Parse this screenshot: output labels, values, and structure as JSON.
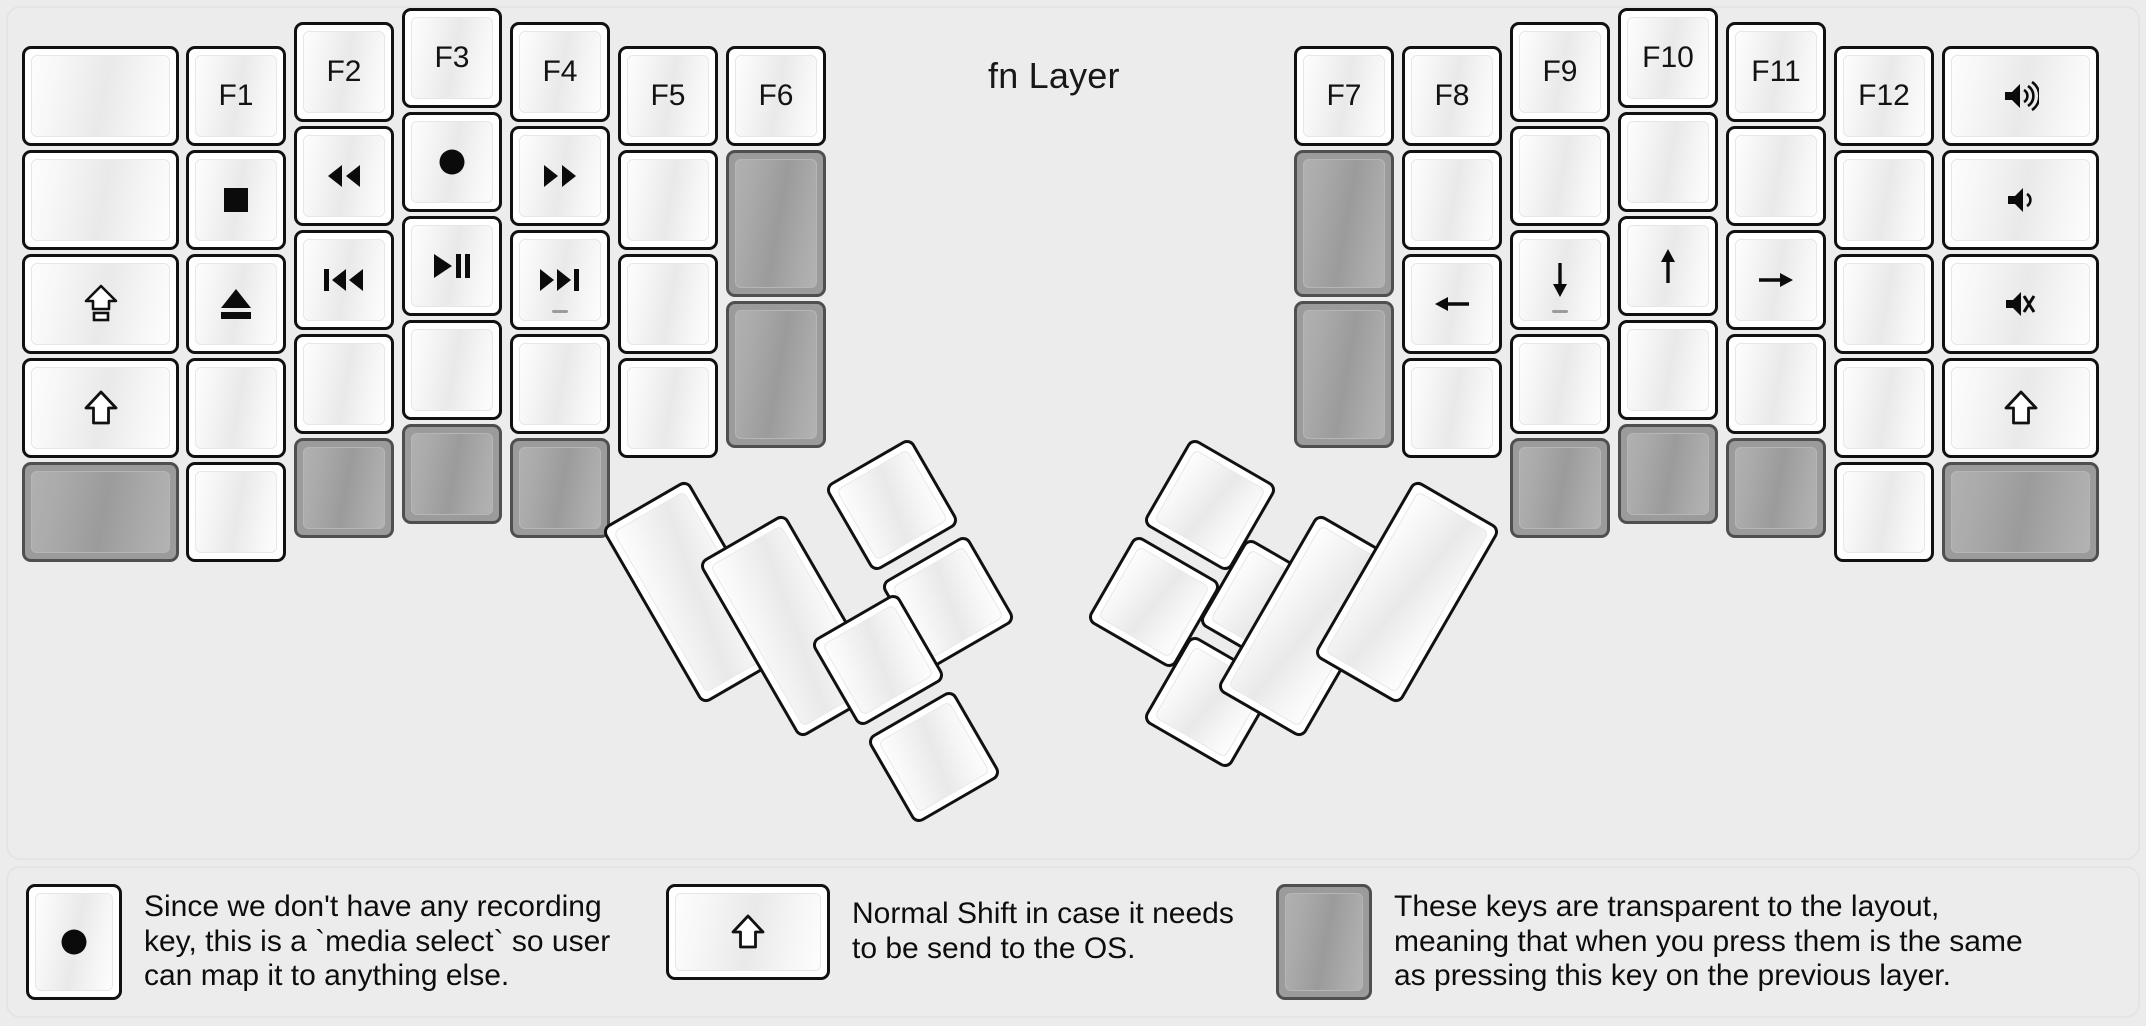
{
  "title": "fn Layer",
  "colors": {
    "background": "#ececec",
    "key_face": "#ffffff",
    "key_border": "#111111",
    "transparent_key": "#9b9b9b",
    "transparent_key_border": "#4f4f4f",
    "text": "#131313"
  },
  "keyboard": {
    "left_half": {
      "columns": [
        {
          "name": "pinky-outer",
          "keys": [
            {
              "label": "",
              "icon": "",
              "type": "normal"
            },
            {
              "label": "",
              "icon": "",
              "type": "normal"
            },
            {
              "label": "",
              "icon": "caps-lock-icon",
              "type": "normal"
            },
            {
              "label": "",
              "icon": "shift-icon",
              "type": "normal"
            },
            {
              "label": "",
              "icon": "",
              "type": "transparent"
            }
          ]
        },
        {
          "name": "pinky",
          "keys": [
            {
              "label": "F1",
              "icon": "",
              "type": "normal"
            },
            {
              "label": "",
              "icon": "media-stop-icon",
              "type": "normal"
            },
            {
              "label": "",
              "icon": "media-eject-icon",
              "type": "normal"
            },
            {
              "label": "",
              "icon": "",
              "type": "normal"
            },
            {
              "label": "",
              "icon": "",
              "type": "normal"
            }
          ]
        },
        {
          "name": "ring",
          "keys": [
            {
              "label": "F2",
              "icon": "",
              "type": "normal"
            },
            {
              "label": "",
              "icon": "media-rewind-icon",
              "type": "normal"
            },
            {
              "label": "",
              "icon": "media-previous-icon",
              "type": "normal"
            },
            {
              "label": "",
              "icon": "",
              "type": "normal"
            },
            {
              "label": "",
              "icon": "",
              "type": "transparent"
            }
          ]
        },
        {
          "name": "middle",
          "keys": [
            {
              "label": "F3",
              "icon": "",
              "type": "normal"
            },
            {
              "label": "",
              "icon": "media-record-icon",
              "type": "normal"
            },
            {
              "label": "",
              "icon": "media-play-pause-icon",
              "type": "normal"
            },
            {
              "label": "",
              "icon": "",
              "type": "normal"
            },
            {
              "label": "",
              "icon": "",
              "type": "transparent"
            }
          ]
        },
        {
          "name": "index",
          "keys": [
            {
              "label": "F4",
              "icon": "",
              "type": "normal"
            },
            {
              "label": "",
              "icon": "media-fast-forward-icon",
              "type": "normal"
            },
            {
              "label": "",
              "icon": "media-next-icon",
              "type": "normal",
              "homing": true
            },
            {
              "label": "",
              "icon": "",
              "type": "normal"
            },
            {
              "label": "",
              "icon": "",
              "type": "transparent"
            }
          ]
        },
        {
          "name": "index-inner",
          "keys": [
            {
              "label": "F5",
              "icon": "",
              "type": "normal"
            },
            {
              "label": "",
              "icon": "",
              "type": "normal"
            },
            {
              "label": "",
              "icon": "",
              "type": "normal"
            },
            {
              "label": "",
              "icon": "",
              "type": "normal"
            }
          ]
        },
        {
          "name": "extra",
          "keys": [
            {
              "label": "F6",
              "icon": "",
              "type": "normal"
            },
            {
              "label": "",
              "icon": "",
              "type": "transparent"
            },
            {
              "label": "",
              "icon": "",
              "type": "transparent"
            }
          ]
        }
      ],
      "thumb_cluster": [
        {
          "label": "",
          "icon": "",
          "type": "normal",
          "size": "2u"
        },
        {
          "label": "",
          "icon": "",
          "type": "normal",
          "size": "2u"
        },
        {
          "label": "",
          "icon": "",
          "type": "normal",
          "size": "1u"
        },
        {
          "label": "",
          "icon": "",
          "type": "normal",
          "size": "1u"
        },
        {
          "label": "",
          "icon": "",
          "type": "normal",
          "size": "1u"
        },
        {
          "label": "",
          "icon": "",
          "type": "normal",
          "size": "1u"
        }
      ]
    },
    "right_half": {
      "columns": [
        {
          "name": "extra",
          "keys": [
            {
              "label": "F7",
              "icon": "",
              "type": "normal"
            },
            {
              "label": "",
              "icon": "",
              "type": "transparent"
            },
            {
              "label": "",
              "icon": "",
              "type": "transparent"
            }
          ]
        },
        {
          "name": "index-inner",
          "keys": [
            {
              "label": "F8",
              "icon": "",
              "type": "normal"
            },
            {
              "label": "",
              "icon": "",
              "type": "normal"
            },
            {
              "label": "",
              "icon": "arrow-left-icon",
              "type": "normal"
            },
            {
              "label": "",
              "icon": "",
              "type": "normal"
            }
          ]
        },
        {
          "name": "index",
          "keys": [
            {
              "label": "F9",
              "icon": "",
              "type": "normal"
            },
            {
              "label": "",
              "icon": "",
              "type": "normal"
            },
            {
              "label": "",
              "icon": "arrow-down-icon",
              "type": "normal",
              "homing": true
            },
            {
              "label": "",
              "icon": "",
              "type": "normal"
            },
            {
              "label": "",
              "icon": "",
              "type": "transparent"
            }
          ]
        },
        {
          "name": "middle",
          "keys": [
            {
              "label": "F10",
              "icon": "",
              "type": "normal"
            },
            {
              "label": "",
              "icon": "",
              "type": "normal"
            },
            {
              "label": "",
              "icon": "arrow-up-icon",
              "type": "normal"
            },
            {
              "label": "",
              "icon": "",
              "type": "normal"
            },
            {
              "label": "",
              "icon": "",
              "type": "transparent"
            }
          ]
        },
        {
          "name": "ring",
          "keys": [
            {
              "label": "F11",
              "icon": "",
              "type": "normal"
            },
            {
              "label": "",
              "icon": "",
              "type": "normal"
            },
            {
              "label": "",
              "icon": "arrow-right-icon",
              "type": "normal"
            },
            {
              "label": "",
              "icon": "",
              "type": "normal"
            },
            {
              "label": "",
              "icon": "",
              "type": "transparent"
            }
          ]
        },
        {
          "name": "pinky",
          "keys": [
            {
              "label": "F12",
              "icon": "",
              "type": "normal"
            },
            {
              "label": "",
              "icon": "",
              "type": "normal"
            },
            {
              "label": "",
              "icon": "",
              "type": "normal"
            },
            {
              "label": "",
              "icon": "",
              "type": "normal"
            },
            {
              "label": "",
              "icon": "",
              "type": "normal"
            }
          ]
        },
        {
          "name": "pinky-outer",
          "keys": [
            {
              "label": "",
              "icon": "volume-up-icon",
              "type": "normal"
            },
            {
              "label": "",
              "icon": "volume-down-icon",
              "type": "normal"
            },
            {
              "label": "",
              "icon": "volume-mute-icon",
              "type": "normal"
            },
            {
              "label": "",
              "icon": "shift-icon",
              "type": "normal"
            },
            {
              "label": "",
              "icon": "",
              "type": "transparent"
            }
          ]
        }
      ],
      "thumb_cluster": [
        {
          "label": "",
          "icon": "",
          "type": "normal",
          "size": "1u"
        },
        {
          "label": "",
          "icon": "",
          "type": "normal",
          "size": "1u"
        },
        {
          "label": "",
          "icon": "",
          "type": "normal",
          "size": "1u"
        },
        {
          "label": "",
          "icon": "",
          "type": "normal",
          "size": "1u"
        },
        {
          "label": "",
          "icon": "",
          "type": "normal",
          "size": "2u"
        },
        {
          "label": "",
          "icon": "",
          "type": "normal",
          "size": "2u"
        }
      ]
    }
  },
  "legend": [
    {
      "key_icon": "media-record-icon",
      "key_type": "normal",
      "text": "Since we don't have any recording\nkey, this is a `media select` so user\ncan map it to anything else."
    },
    {
      "key_icon": "shift-icon",
      "key_type": "normal",
      "text": "Normal Shift in case it needs\nto be send to the OS."
    },
    {
      "key_icon": "",
      "key_type": "transparent",
      "text": "These keys are transparent to the layout,\nmeaning that when you press them is the same\nas pressing this key on the previous layer."
    }
  ]
}
